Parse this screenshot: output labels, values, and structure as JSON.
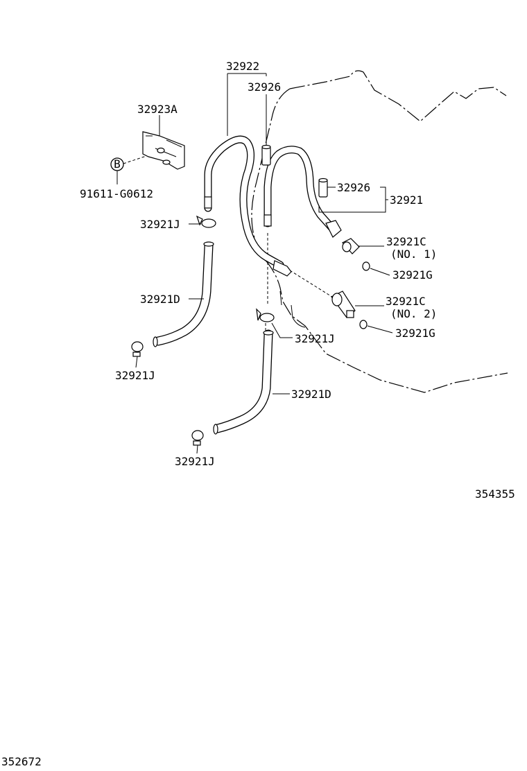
{
  "labels": {
    "p32922": "32922",
    "p32926_top": "32926",
    "p32923A": "32923A",
    "bolt_marker": "B",
    "p91611": "91611-G0612",
    "p32926_mid": "32926",
    "p32921": "32921",
    "p32921J_1": "32921J",
    "p32921C_1": "32921C",
    "no1": "(NO. 1)",
    "p32921G_1": "32921G",
    "p32921D_1": "32921D",
    "p32921C_2": "32921C",
    "no2": "(NO. 2)",
    "p32921J_2": "32921J",
    "p32921G_2": "32921G",
    "p32921J_3": "32921J",
    "p32921D_2": "32921D",
    "p32921J_4": "32921J",
    "ref_code": "354355",
    "page_code": "352672"
  }
}
